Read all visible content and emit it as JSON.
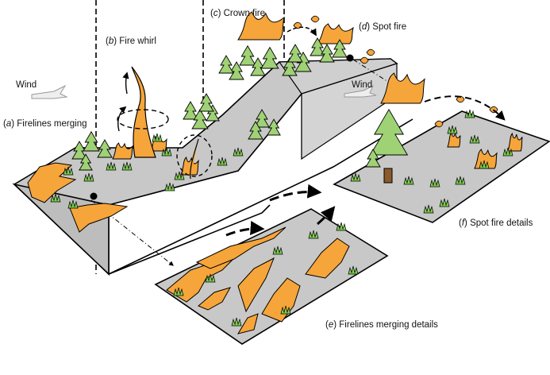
{
  "labels": {
    "a": {
      "letter": "a",
      "text": "Firelines merging"
    },
    "b": {
      "letter": "b",
      "text": "Fire whirl"
    },
    "c": {
      "letter": "c",
      "text": "Crown fire"
    },
    "d": {
      "letter": "d",
      "text": "Spot fire"
    },
    "e": {
      "letter": "e",
      "text": "Firelines merging details"
    },
    "f": {
      "letter": "f",
      "text": "Spot fire details"
    }
  },
  "wind_labels": [
    "Wind",
    "Wind"
  ],
  "colors": {
    "ground": "#c8c8c8",
    "fire": "#f6a53a",
    "tree": "#9fd275",
    "grass": "#7ccf4e",
    "trunk": "#8a5a2b",
    "outline": "#000000"
  },
  "icons": [
    "wind-arrow-icon",
    "flame-icon",
    "tree-icon",
    "grass-tuft-icon",
    "ember-icon",
    "ignition-point-icon"
  ]
}
